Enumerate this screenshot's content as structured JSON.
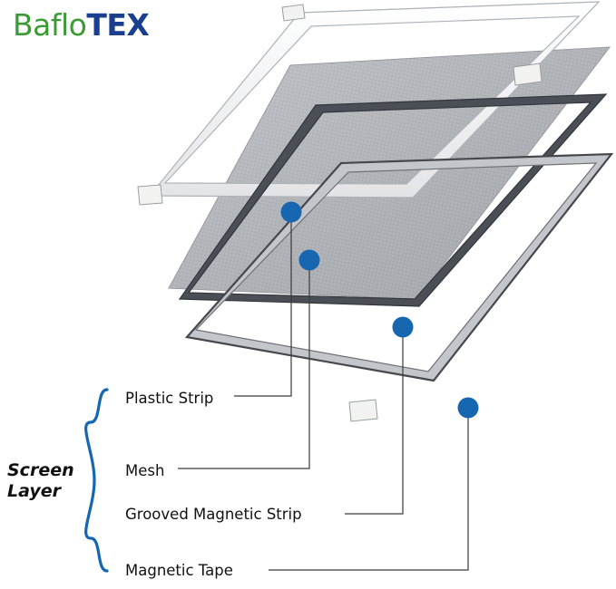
{
  "brand": {
    "name_part1": "Baflo",
    "name_part2": "TEX",
    "color_part1": "#3d9b35",
    "color_part2": "#1a3f8f"
  },
  "product": {
    "description": "Exploded view of a magnetic window screen showing four stacked layers",
    "accent_color": "#1667b0",
    "layers": [
      {
        "id": "plastic-strip",
        "label": "Plastic Strip"
      },
      {
        "id": "mesh",
        "label": "Mesh"
      },
      {
        "id": "grooved-magnetic-strip",
        "label": "Grooved Magnetic Strip"
      },
      {
        "id": "magnetic-tape",
        "label": "Magnetic Tape"
      }
    ],
    "group_label_line1": "Screen",
    "group_label_line2": "Layer"
  }
}
